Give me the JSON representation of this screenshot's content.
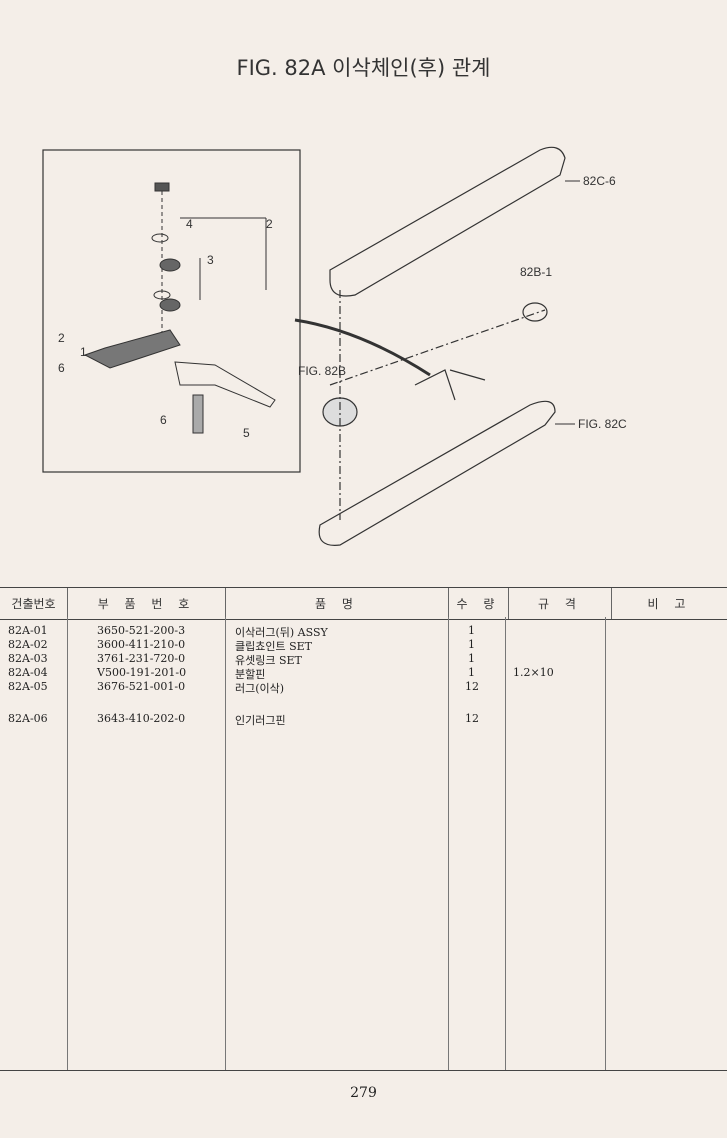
{
  "title": "FIG. 82A 이삭체인(후) 관계",
  "diagram": {
    "inset_labels": [
      "2",
      "4",
      "3",
      "1",
      "2",
      "6",
      "6",
      "5"
    ],
    "callouts": [
      "82C-6",
      "82B-1",
      "FIG. 82B",
      "FIG. 82C"
    ]
  },
  "table": {
    "headers": [
      "건출번호",
      "부 품 번 호",
      "품        명",
      "수 량",
      "규    격",
      "비 고"
    ],
    "rows": [
      {
        "no": "82A-01",
        "part": "3650-521-200-3",
        "name": "이삭러그(뒤) ASSY",
        "qty": "1",
        "spec": "",
        "note": ""
      },
      {
        "no": "82A-02",
        "part": "3600-411-210-0",
        "name": "클립쵸인트 SET",
        "qty": "1",
        "spec": "",
        "note": ""
      },
      {
        "no": "82A-03",
        "part": "3761-231-720-0",
        "name": "유셋링크 SET",
        "qty": "1",
        "spec": "",
        "note": ""
      },
      {
        "no": "82A-04",
        "part": "V500-191-201-0",
        "name": "분할핀",
        "qty": "1",
        "spec": "1.2×10",
        "note": ""
      },
      {
        "no": "82A-05",
        "part": "3676-521-001-0",
        "name": "러그(이삭)",
        "qty": "12",
        "spec": "",
        "note": ""
      },
      {
        "no": "82A-06",
        "part": "3643-410-202-0",
        "name": "인기러그핀",
        "qty": "12",
        "spec": "",
        "note": ""
      }
    ]
  },
  "page_number": "279"
}
